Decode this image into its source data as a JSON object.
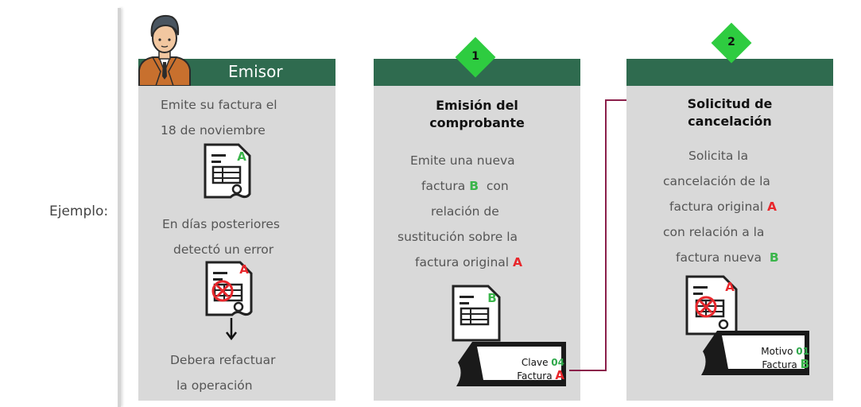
{
  "label": "Ejemplo:",
  "emisor": {
    "header": "Emisor",
    "line1": "Emite su factura el",
    "line2": "18 de noviembre",
    "line3": "En días posteriores",
    "line4": "detectó un error",
    "line5": "Debera refactuar",
    "line6": "la operación",
    "doc1_letter": "A",
    "doc2_letter": "A"
  },
  "step1": {
    "number": "1",
    "title_line1": "Emisión del",
    "title_line2": "comprobante",
    "line1": "Emite una nueva",
    "line2a": "factura ",
    "line2b": "B",
    "line2c": "  con",
    "line3": "relación de",
    "line4": "sustitución sobre la",
    "line5a": "factura original ",
    "line5b": "A",
    "doc_letter": "B",
    "tag_label1": "Clave ",
    "tag_code": "04",
    "tag_label2": "Factura ",
    "tag_letter": "A"
  },
  "step2": {
    "number": "2",
    "title_line1": "Solicitud de",
    "title_line2": "cancelación",
    "line1": "Solicita la",
    "line2": "cancelación de la",
    "line3a": "factura original ",
    "line3b": "A",
    "line4": "con relación a la",
    "line5a": "factura nueva  ",
    "line5b": "B",
    "doc_letter": "A",
    "tag_label1": "Motivo ",
    "tag_code": "01",
    "tag_label2": "Factura ",
    "tag_letter": "B"
  },
  "colors": {
    "band": "#2f6b4f",
    "diamond": "#2ecc40",
    "panel": "#d9d9d9",
    "letter_a": "#e8262b",
    "letter_b": "#3ab54a",
    "connector": "#8b1f4a"
  }
}
